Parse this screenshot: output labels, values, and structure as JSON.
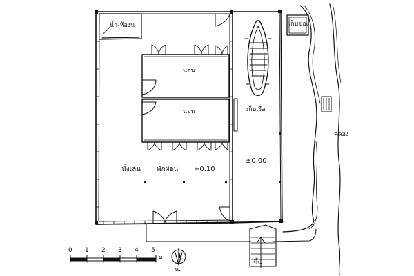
{
  "plan": {
    "labels": {
      "bathroom": "น้ำ-ห้องน",
      "bedroom_upper": "นอน",
      "bedroom_lower": "นอน",
      "living": "นั่งเล่น",
      "sleeping_area": "พักผ่อน",
      "level_house": "+0.10",
      "boat_storage": "เก็บเรือ",
      "level_boat": "±0.00",
      "storage": "เก็บของ",
      "canal": "คลอง",
      "stair_up": "ขึ้น"
    },
    "scale": {
      "ticks": [
        "0",
        "1",
        "2",
        "3",
        "4",
        "5"
      ],
      "unit": "ม."
    },
    "north": {
      "label": "น."
    }
  }
}
